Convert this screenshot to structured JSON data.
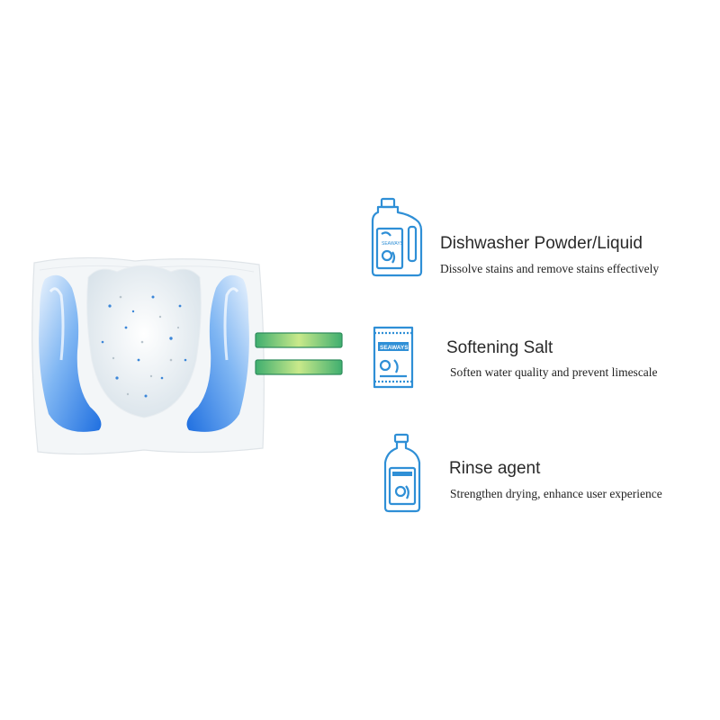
{
  "features": [
    {
      "title": "Dishwasher Powder/Liquid",
      "desc": "Dissolve stains and remove stains effectively",
      "icon": "detergent-bottle-icon"
    },
    {
      "title": "Softening Salt",
      "desc": "Soften water quality and prevent limescale",
      "icon": "salt-bag-icon"
    },
    {
      "title": "Rinse agent",
      "desc": "Strengthen drying, enhance user experience",
      "icon": "rinse-bottle-icon"
    }
  ],
  "salt_bag_label": "SEAWAYS",
  "colors": {
    "icon_blue": "#2f8fd6",
    "gel_blue": "#3a8fe8",
    "equals_green": "#5cbf7a"
  }
}
